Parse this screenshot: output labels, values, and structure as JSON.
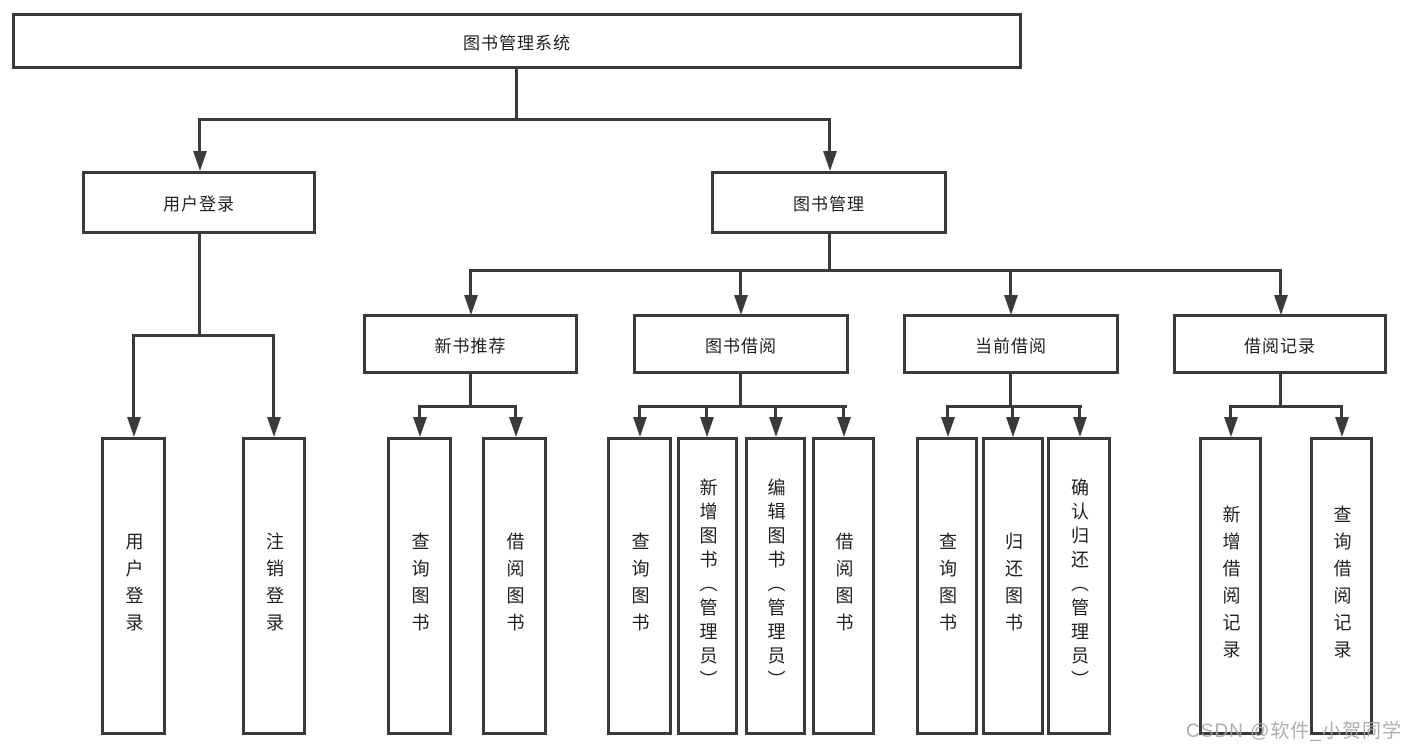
{
  "diagram": {
    "type": "hierarchy-tree",
    "title": "图书管理系统",
    "colors": {
      "background": "#ffffff",
      "line": "#3a3a3a",
      "box_border": "#3a3a3a",
      "box_fill": "#ffffff",
      "text": "#1f1f1f",
      "watermark": "#a5a5a5"
    }
  },
  "nodes": {
    "root": {
      "label": "图书管理系统"
    },
    "l2_user_login": {
      "label": "用户登录"
    },
    "l2_book_mgmt": {
      "label": "图书管理"
    },
    "l3_new_book_rec": {
      "label": "新书推荐"
    },
    "l3_book_borrow": {
      "label": "图书借阅"
    },
    "l3_current_borrow": {
      "label": "当前借阅"
    },
    "l3_borrow_record": {
      "label": "借阅记录"
    },
    "leaf_user_login": {
      "label": "用户登录"
    },
    "leaf_logout": {
      "label": "注销登录"
    },
    "leaf_rec_query_book": {
      "label": "查询图书"
    },
    "leaf_rec_borrow_book": {
      "label": "借阅图书"
    },
    "leaf_bor_query_book": {
      "label": "查询图书"
    },
    "leaf_bor_add_book": {
      "label": "新增图书（管理员）"
    },
    "leaf_bor_edit_book": {
      "label": "编辑图书（管理员）"
    },
    "leaf_bor_borrow_book": {
      "label": "借阅图书"
    },
    "leaf_cur_query_book": {
      "label": "查询图书"
    },
    "leaf_cur_return_book": {
      "label": "归还图书"
    },
    "leaf_cur_confirm_return": {
      "label": "确认归还（管理员）"
    },
    "leaf_log_add_record": {
      "label": "新增借阅记录"
    },
    "leaf_log_query_record": {
      "label": "查询借阅记录"
    }
  },
  "hierarchy": {
    "图书管理系统": {
      "用户登录": [
        "用户登录",
        "注销登录"
      ],
      "图书管理": {
        "新书推荐": [
          "查询图书",
          "借阅图书"
        ],
        "图书借阅": [
          "查询图书",
          "新增图书（管理员）",
          "编辑图书（管理员）",
          "借阅图书"
        ],
        "当前借阅": [
          "查询图书",
          "归还图书",
          "确认归还（管理员）"
        ],
        "借阅记录": [
          "新增借阅记录",
          "查询借阅记录"
        ]
      }
    }
  },
  "watermark": {
    "text": "CSDN @软件_小贺同学"
  }
}
